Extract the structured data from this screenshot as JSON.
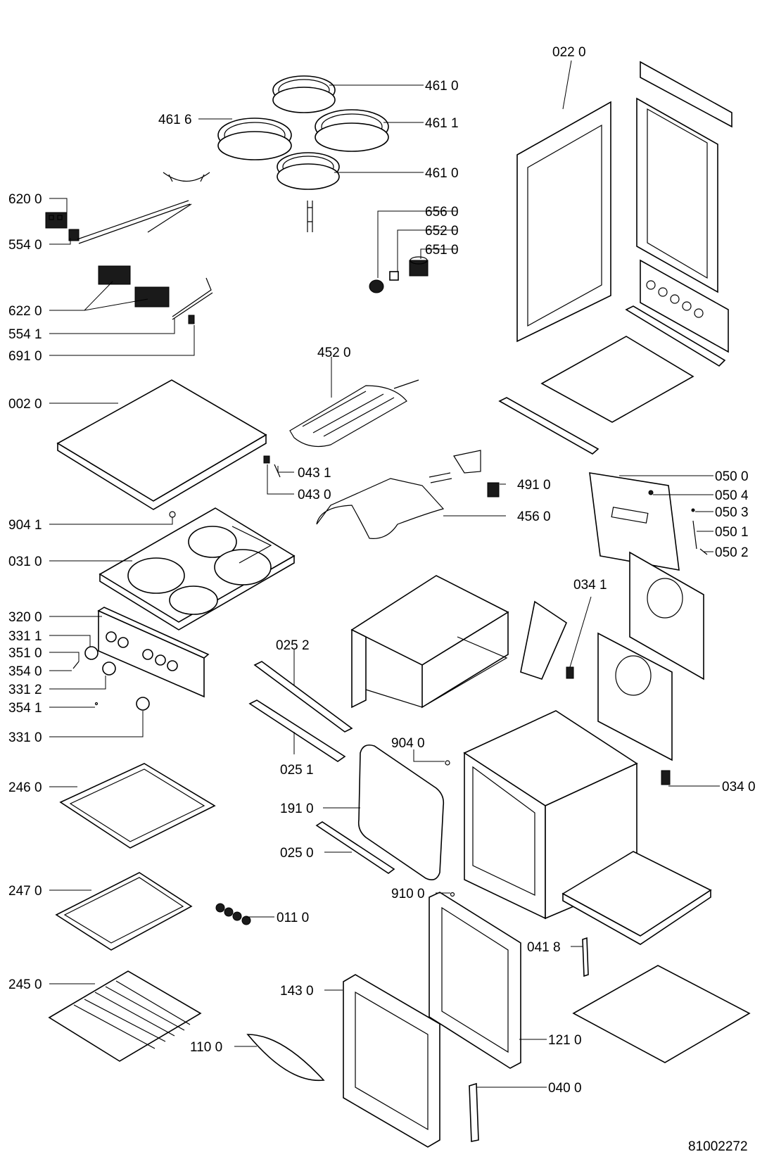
{
  "diagram": {
    "drawing_number": "81002272",
    "labels": [
      {
        "id": "022-0",
        "text": "022 0"
      },
      {
        "id": "461-0-a",
        "text": "461 0"
      },
      {
        "id": "461-6",
        "text": "461 6"
      },
      {
        "id": "461-1",
        "text": "461 1"
      },
      {
        "id": "461-0-b",
        "text": "461 0"
      },
      {
        "id": "620-0",
        "text": "620 0"
      },
      {
        "id": "554-0",
        "text": "554 0"
      },
      {
        "id": "656-0",
        "text": "656 0"
      },
      {
        "id": "652-0",
        "text": "652 0"
      },
      {
        "id": "651-0",
        "text": "651 0"
      },
      {
        "id": "622-0",
        "text": "622 0"
      },
      {
        "id": "554-1",
        "text": "554 1"
      },
      {
        "id": "691-0",
        "text": "691 0"
      },
      {
        "id": "452-0",
        "text": "452 0"
      },
      {
        "id": "002-0",
        "text": "002 0"
      },
      {
        "id": "043-1",
        "text": "043 1"
      },
      {
        "id": "043-0",
        "text": "043 0"
      },
      {
        "id": "491-0",
        "text": "491 0"
      },
      {
        "id": "050-0",
        "text": "050 0"
      },
      {
        "id": "050-4",
        "text": "050 4"
      },
      {
        "id": "050-3",
        "text": "050 3"
      },
      {
        "id": "050-1",
        "text": "050 1"
      },
      {
        "id": "050-2",
        "text": "050 2"
      },
      {
        "id": "904-1",
        "text": "904 1"
      },
      {
        "id": "456-0",
        "text": "456 0"
      },
      {
        "id": "031-0",
        "text": "031 0"
      },
      {
        "id": "034-1",
        "text": "034 1"
      },
      {
        "id": "320-0",
        "text": "320 0"
      },
      {
        "id": "331-1",
        "text": "331 1"
      },
      {
        "id": "351-0",
        "text": "351 0"
      },
      {
        "id": "025-2",
        "text": "025 2"
      },
      {
        "id": "354-0",
        "text": "354 0"
      },
      {
        "id": "331-2",
        "text": "331 2"
      },
      {
        "id": "354-1",
        "text": "354 1"
      },
      {
        "id": "331-0",
        "text": "331 0"
      },
      {
        "id": "904-0",
        "text": "904 0"
      },
      {
        "id": "025-1",
        "text": "025 1"
      },
      {
        "id": "034-0",
        "text": "034 0"
      },
      {
        "id": "246-0",
        "text": "246 0"
      },
      {
        "id": "191-0",
        "text": "191 0"
      },
      {
        "id": "025-0",
        "text": "025 0"
      },
      {
        "id": "910-0",
        "text": "910 0"
      },
      {
        "id": "247-0",
        "text": "247 0"
      },
      {
        "id": "011-0",
        "text": "011 0"
      },
      {
        "id": "041-8",
        "text": "041 8"
      },
      {
        "id": "245-0",
        "text": "245 0"
      },
      {
        "id": "143-0",
        "text": "143 0"
      },
      {
        "id": "110-0",
        "text": "110 0"
      },
      {
        "id": "121-0",
        "text": "121 0"
      },
      {
        "id": "040-0",
        "text": "040 0"
      }
    ]
  }
}
